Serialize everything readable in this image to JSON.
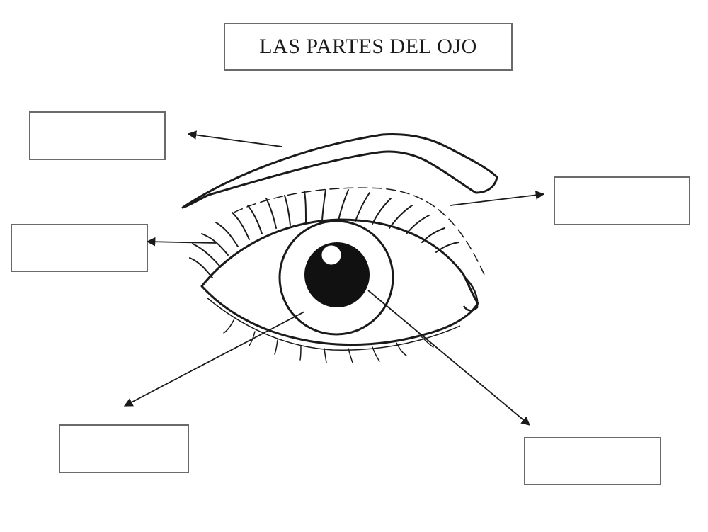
{
  "title": "LAS PARTES DEL OJO",
  "label_boxes": [
    {
      "id": "box-tl",
      "text": ""
    },
    {
      "id": "box-ml",
      "text": ""
    },
    {
      "id": "box-r",
      "text": ""
    },
    {
      "id": "box-bl",
      "text": ""
    },
    {
      "id": "box-br",
      "text": ""
    }
  ],
  "colors": {
    "line": "#1a1a1a",
    "box_border": "#6a6a6a",
    "background": "#ffffff"
  }
}
